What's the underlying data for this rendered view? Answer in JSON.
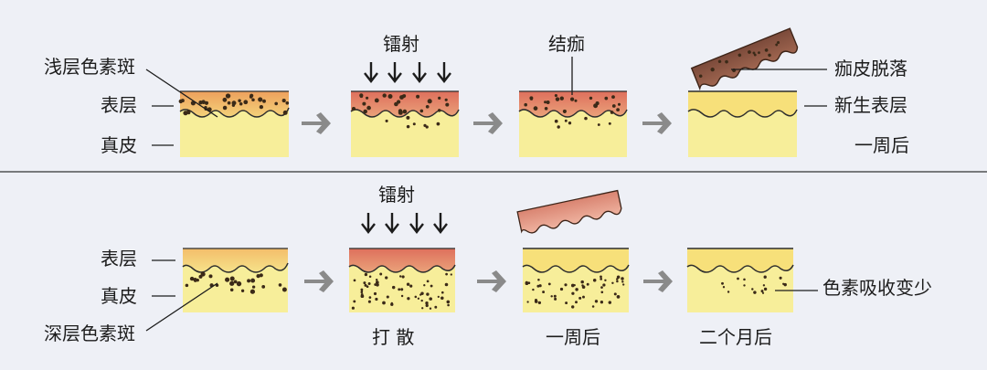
{
  "top": {
    "labels": {
      "superficial_spot": "浅层色素斑",
      "epidermis": "表层",
      "dermis": "真皮",
      "laser": "镭射",
      "scab": "结痂",
      "scab_falls": "痂皮脱落",
      "new_epidermis": "新生表层",
      "one_week": "一周后"
    }
  },
  "bottom": {
    "labels": {
      "epidermis": "表层",
      "dermis": "真皮",
      "deep_spot": "深层色素斑",
      "laser": "镭射",
      "scatter": "打 散",
      "one_week": "一周后",
      "two_months": "二个月后",
      "pigment_reduced": "色素吸收变少"
    }
  },
  "colors": {
    "background": "#eef0f6",
    "dermis": "#f7ee9a",
    "epidermis_fade": "#f1b35a",
    "treated_epidermis": "#e07a64",
    "scab": "#8e5a47",
    "pink_scab": "#e69a8a",
    "pigment": "#3b2a18",
    "arrow": "#8a8a8a"
  }
}
